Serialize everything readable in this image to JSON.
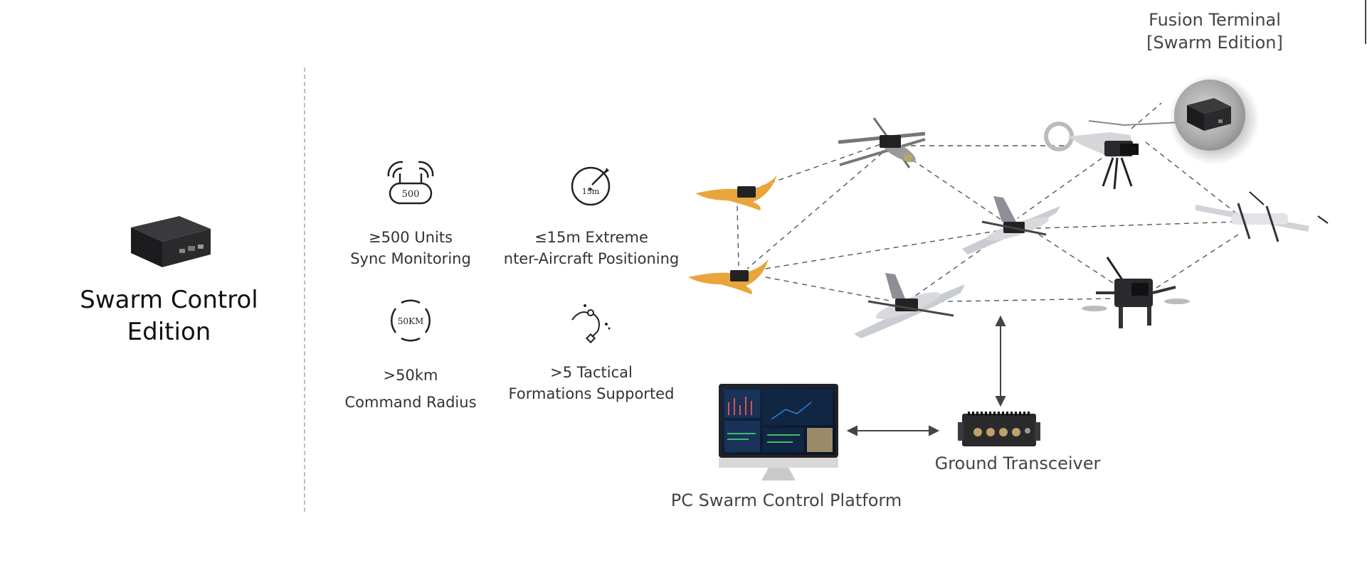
{
  "product": {
    "name_line1": "Swarm Control",
    "name_line2": "Edition"
  },
  "features": [
    {
      "icon": "router-500-icon",
      "icon_text": "500",
      "line1": "≥500 Units",
      "line2": "Sync Monitoring"
    },
    {
      "icon": "gauge-15m-icon",
      "icon_text": "15m",
      "line1": "≤15m Extreme",
      "line2": "nter-Aircraft Positioning"
    },
    {
      "icon": "radius-50km-icon",
      "icon_text": "50KM",
      "line1": ">50km",
      "line2": "Command Radius"
    },
    {
      "icon": "formation-path-icon",
      "icon_text": "",
      "line1": ">5 Tactical",
      "line2": "Formations Supported"
    }
  ],
  "diagram": {
    "terminal_line1": "Fusion Terminal",
    "terminal_line2": "[Swarm Edition]",
    "ground_label": "Ground Transceiver",
    "pc_label": "PC Swarm Control Platform"
  },
  "colors": {
    "wing_orange": "#e8a53c",
    "drone_gray": "#cfd2d6",
    "drone_dark": "#2a2a2e",
    "link_dash": "#555555",
    "screen_dark": "#0e1a2e",
    "accent_blue": "#2a7fd4"
  }
}
